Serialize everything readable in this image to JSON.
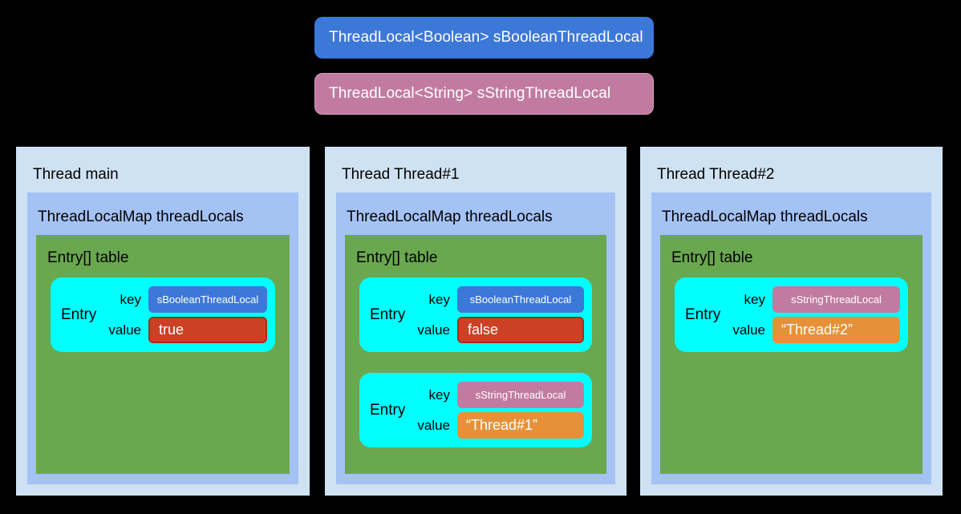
{
  "globals": [
    {
      "label": "ThreadLocal<Boolean> sBooleanThreadLocal",
      "color": "#3c78d8",
      "name": "global-boolean-threadlocal"
    },
    {
      "label": "ThreadLocal<String> sStringThreadLocal",
      "color": "#c27ba0",
      "name": "global-string-threadlocal"
    }
  ],
  "labels": {
    "key": "key",
    "value": "value",
    "entry": "Entry",
    "map_title": "ThreadLocalMap threadLocals",
    "table_title": "Entry[] table"
  },
  "colors": {
    "background": "#000000",
    "thread_outer": "#cfe2f3",
    "map_inner": "#a4c2f4",
    "table_green": "#6aa84f",
    "entry_cyan": "#00ffff",
    "key_boolean": "#3c78d8",
    "key_string": "#c27ba0",
    "value_boolean": "#cc4125",
    "value_string": "#e69138"
  },
  "threads": [
    {
      "title": "Thread main",
      "map_title": "ThreadLocalMap threadLocals",
      "table_title": "Entry[] table",
      "entries": [
        {
          "entry_label": "Entry",
          "key": "sBooleanThreadLocal",
          "key_type": "boolean",
          "value": "true",
          "value_type": "boolean"
        }
      ]
    },
    {
      "title": "Thread Thread#1",
      "map_title": "ThreadLocalMap threadLocals",
      "table_title": "Entry[] table",
      "entries": [
        {
          "entry_label": "Entry",
          "key": "sBooleanThreadLocal",
          "key_type": "boolean",
          "value": "false",
          "value_type": "boolean"
        },
        {
          "entry_label": "Entry",
          "key": "sStringThreadLocal",
          "key_type": "string",
          "value": "“Thread#1”",
          "value_type": "string"
        }
      ]
    },
    {
      "title": "Thread Thread#2",
      "map_title": "ThreadLocalMap threadLocals",
      "table_title": "Entry[] table",
      "entries": [
        {
          "entry_label": "Entry",
          "key": "sStringThreadLocal",
          "key_type": "string",
          "value": "“Thread#2”",
          "value_type": "string"
        }
      ]
    }
  ]
}
